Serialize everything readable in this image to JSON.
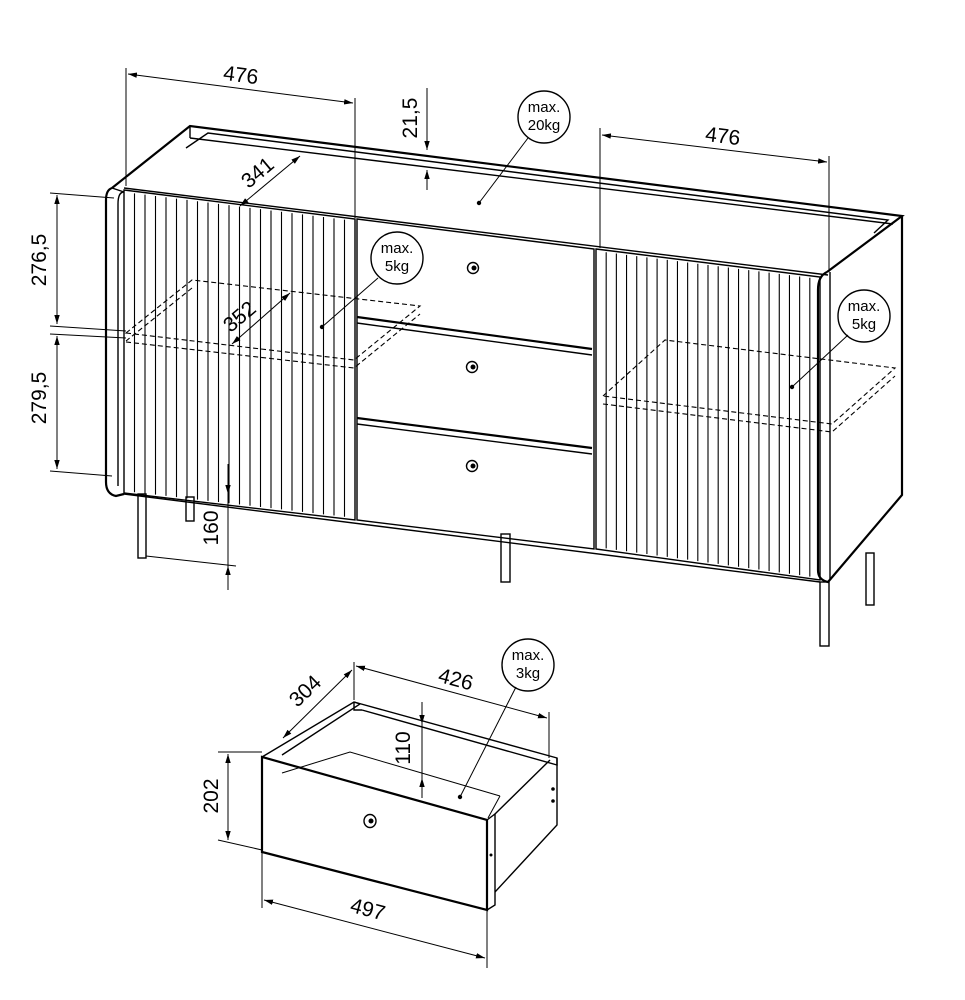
{
  "dimensions": {
    "left_door_width": "476",
    "right_door_width": "476",
    "top_thickness": "21,5",
    "inner_depth": "341",
    "upper_compartment_height": "276,5",
    "lower_compartment_height": "279,5",
    "shelf_depth": "352",
    "leg_height": "160",
    "drawer_depth": "304",
    "drawer_inner_width": "426",
    "drawer_inner_height": "110",
    "drawer_front_height": "202",
    "drawer_front_width": "497"
  },
  "load_labels": {
    "top": {
      "line1": "max.",
      "line2": "20kg"
    },
    "shelf_left": {
      "line1": "max.",
      "line2": "5kg"
    },
    "shelf_right": {
      "line1": "max.",
      "line2": "5kg"
    },
    "drawer": {
      "line1": "max.",
      "line2": "3kg"
    }
  },
  "colors": {
    "line": "#000000",
    "background": "#ffffff"
  }
}
